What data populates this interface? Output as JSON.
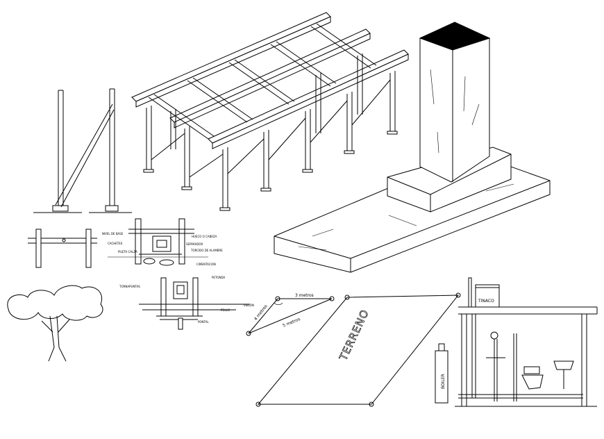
{
  "measure_labels": {
    "side_a": "3 metros",
    "side_b": "4 metros",
    "diagonal": "5 metros"
  },
  "lot_label": "TERRENO",
  "tank_label": "TINACO",
  "heater_label": "BOILER",
  "detail_labels": {
    "nivel_de_base": "NIVEL DE BASE",
    "cachetes": "CACHETES",
    "hueco_cabeza": "HUECO O CABEZA",
    "separador": "SEPARADOR",
    "pileta_calza": "PILETA CALZA",
    "torcido_alambre": "TORCIDO DE ALAMBRE",
    "cimentacion": "CIMENTACION",
    "tornapuntas": "TORNAPUNTAS",
    "petonda": "PETONDA",
    "tablon": "TABLON",
    "pollo": "POLLO",
    "pontal": "PONTAL"
  }
}
